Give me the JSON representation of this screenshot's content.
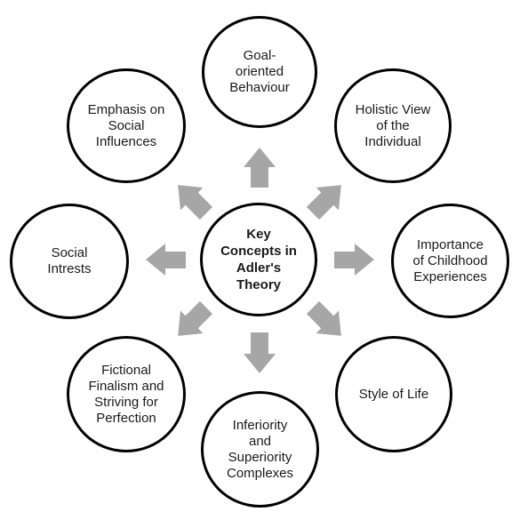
{
  "center": {
    "label": "Key\nConcepts in\nAdler's\nTheory"
  },
  "concepts": [
    {
      "id": "goal",
      "label": "Goal-\noriented\nBehaviour"
    },
    {
      "id": "holistic",
      "label": "Holistic View\nof the\nIndividual"
    },
    {
      "id": "childhood",
      "label": "Importance\nof Childhood\nExperiences"
    },
    {
      "id": "style",
      "label": "Style of Life"
    },
    {
      "id": "inferiority",
      "label": "Inferiority\nand\nSuperiority\nComplexes"
    },
    {
      "id": "fictional",
      "label": "Fictional\nFinalism and\nStriving for\nPerfection"
    },
    {
      "id": "social-interests",
      "label": "Social\nIntrests"
    },
    {
      "id": "social-influences",
      "label": "Emphasis on\nSocial\nInfluences"
    }
  ],
  "colors": {
    "arrow": "#a6a6a6",
    "border": "#000000",
    "text": "#1a1a1a"
  }
}
